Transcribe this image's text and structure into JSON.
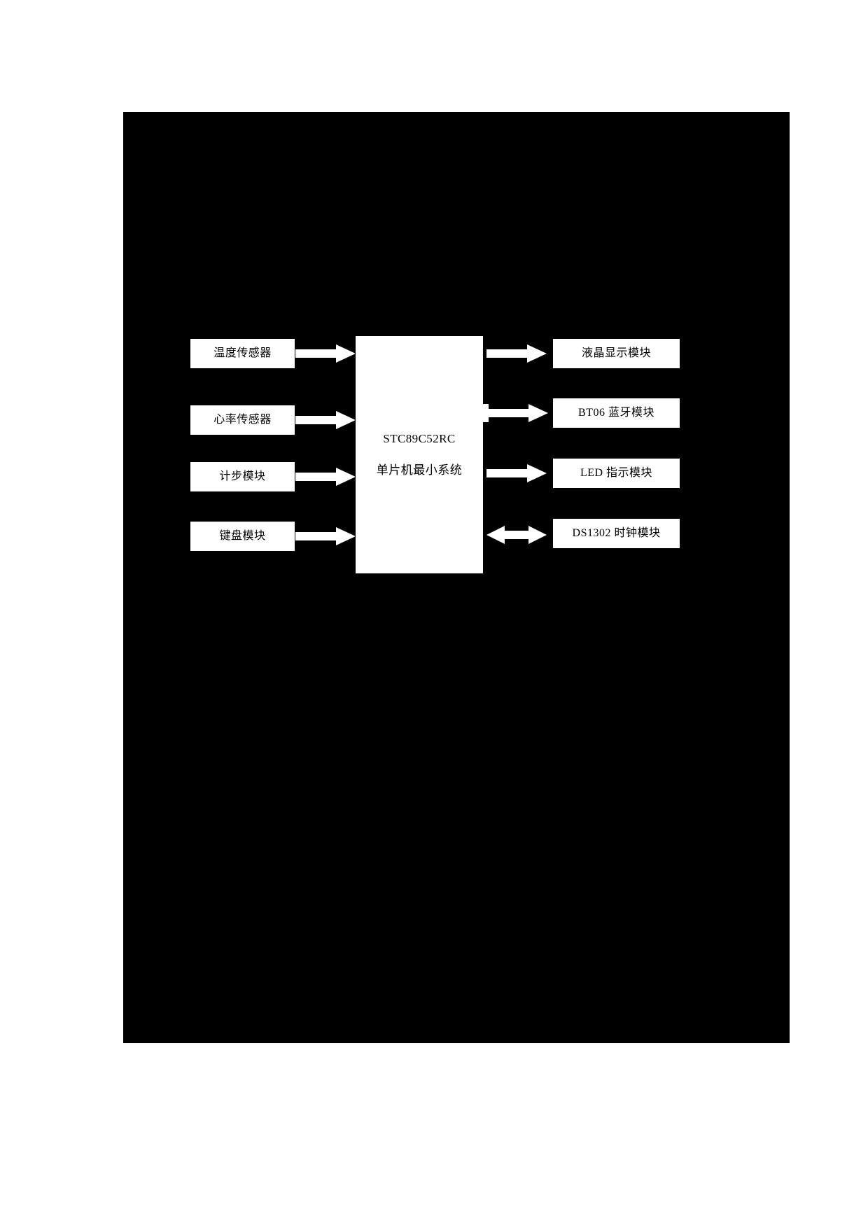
{
  "page": {
    "background_color": "#ffffff",
    "plate_color": "#000000",
    "node_fill": "#ffffff",
    "node_stroke": "#000000",
    "arrow_fill": "#ffffff"
  },
  "diagram": {
    "type": "block-diagram",
    "title": "",
    "controller": {
      "line1": "STC89C52RC",
      "line2": "单片机最小系统"
    },
    "inputs": [
      {
        "label": "温度传感器",
        "arrow": "single-right"
      },
      {
        "label": "心率传感器",
        "arrow": "single-right"
      },
      {
        "label": "计步模块",
        "arrow": "single-right"
      },
      {
        "label": "键盘模块",
        "arrow": "single-right"
      }
    ],
    "outputs": [
      {
        "label": "液晶显示模块",
        "arrow": "single-right"
      },
      {
        "label": "BT06 蓝牙模块",
        "arrow": "single-right"
      },
      {
        "label": "LED 指示模块",
        "arrow": "single-right"
      },
      {
        "label": "DS1302 时钟模块",
        "arrow": "double-headed"
      }
    ]
  }
}
